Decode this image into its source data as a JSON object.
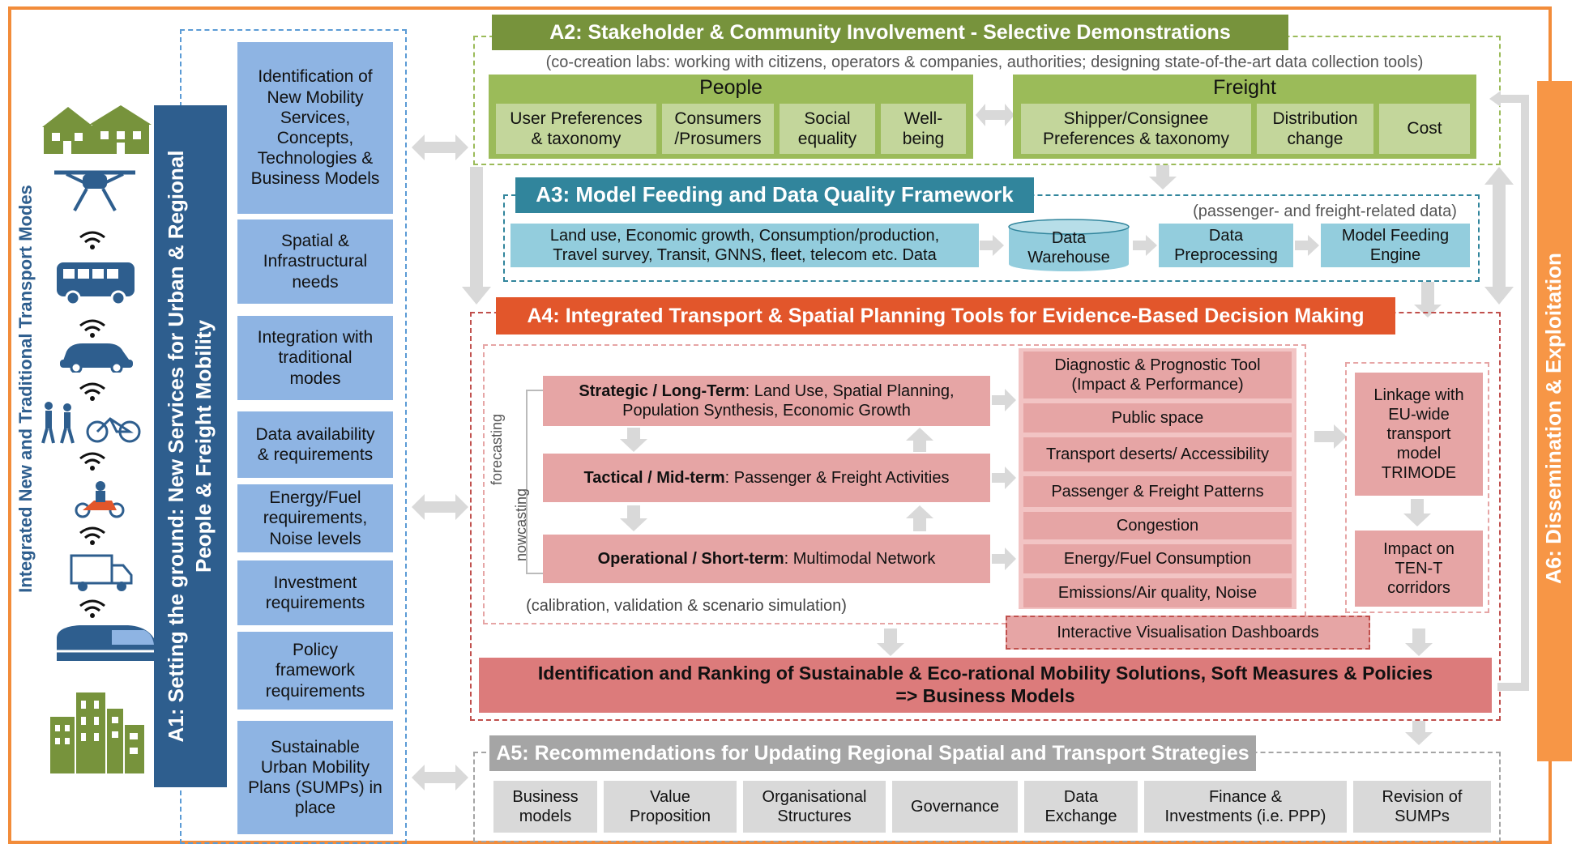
{
  "side_label": "Integrated New and Traditional Transport Modes",
  "a1": {
    "title": "A1: Setting the ground: New Services for Urban & Regional\nPeople & Freight Mobility",
    "items": [
      "Identification of\nNew Mobility\nServices,\nConcepts,\nTechnologies &\nBusiness Models",
      "Spatial &\nInfrastructural\nneeds",
      "Integration with\ntraditional\nmodes",
      "Data availability\n& requirements",
      "Energy/Fuel\nrequirements,\nNoise levels",
      "Investment\nrequirements",
      "Policy\nframework\nrequirements",
      "Sustainable\nUrban Mobility\nPlans (SUMPs) in\nplace"
    ]
  },
  "a2": {
    "title": "A2: Stakeholder & Community Involvement - Selective Demonstrations",
    "subtitle": "(co-creation labs: working with citizens, operators & companies, authorities; designing state-of-the-art data collection tools)",
    "people": {
      "label": "People",
      "items": [
        "User Preferences\n& taxonomy",
        "Consumers\n/Prosumers",
        "Social\nequality",
        "Well-\nbeing"
      ]
    },
    "freight": {
      "label": "Freight",
      "items": [
        "Shipper/Consignee\nPreferences & taxonomy",
        "Distribution\nchange",
        "Cost"
      ]
    }
  },
  "a3": {
    "title": "A3: Model Feeding and Data Quality Framework",
    "note": "(passenger- and freight-related data)",
    "sources": "Land use, Economic growth, Consumption/production,\nTravel survey, Transit, GNNS, fleet, telecom etc. Data",
    "warehouse": "Data\nWarehouse",
    "preprocessing": "Data\nPreprocessing",
    "engine": "Model Feeding\nEngine"
  },
  "a4": {
    "title": "A4: Integrated Transport & Spatial Planning Tools for Evidence-Based Decision Making",
    "forecasting": "forecasting",
    "nowcasting": "nowcasting",
    "strategic": {
      "bold": "Strategic / Long-Term",
      "rest": ": Land Use, Spatial Planning,\nPopulation Synthesis, Economic Growth"
    },
    "tactical": {
      "bold": "Tactical / Mid-term",
      "rest": ": Passenger & Freight Activities"
    },
    "operational": {
      "bold": "Operational / Short-term",
      "rest": ": Multimodal Network"
    },
    "calibration": "(calibration, validation & scenario simulation)",
    "tools": [
      "Diagnostic & Prognostic Tool\n(Impact & Performance)",
      "Public space",
      "Transport deserts/ Accessibility",
      "Passenger & Freight Patterns",
      "Congestion",
      "Energy/Fuel Consumption",
      "Emissions/Air quality, Noise"
    ],
    "dashboards": "Interactive Visualisation Dashboards",
    "linkage": "Linkage with\nEU-wide\ntransport\nmodel\nTRIMODE",
    "impact": "Impact on\nTEN-T\ncorridors",
    "ranking": "Identification and Ranking of Sustainable & Eco-rational Mobility Solutions, Soft Measures & Policies\n=> Business Models"
  },
  "a5": {
    "title": "A5: Recommendations for Updating Regional Spatial and Transport Strategies",
    "items": [
      "Business\nmodels",
      "Value\nProposition",
      "Organisational\nStructures",
      "Governance",
      "Data\nExchange",
      "Finance &\nInvestments (i.e. PPP)",
      "Revision of\nSUMPs"
    ]
  },
  "a6": {
    "title": "A6: Dissemination & Exploitation"
  },
  "icons": [
    "houses-icon",
    "drone-icon",
    "wifi-icon",
    "bus-icon",
    "wifi-icon",
    "car-icon",
    "wifi-icon",
    "pedestrians-bicycle-icon",
    "wifi-icon",
    "scooter-icon",
    "wifi-icon",
    "truck-icon",
    "wifi-icon",
    "train-icon",
    "city-buildings-icon"
  ],
  "colors": {
    "outer": "#f28c3a",
    "a1": "#2e5e8e",
    "a2": "#77933c",
    "a3": "#31859c",
    "a4": "#e2562b",
    "a5": "#a5a5a5",
    "a6": "#f79646"
  }
}
